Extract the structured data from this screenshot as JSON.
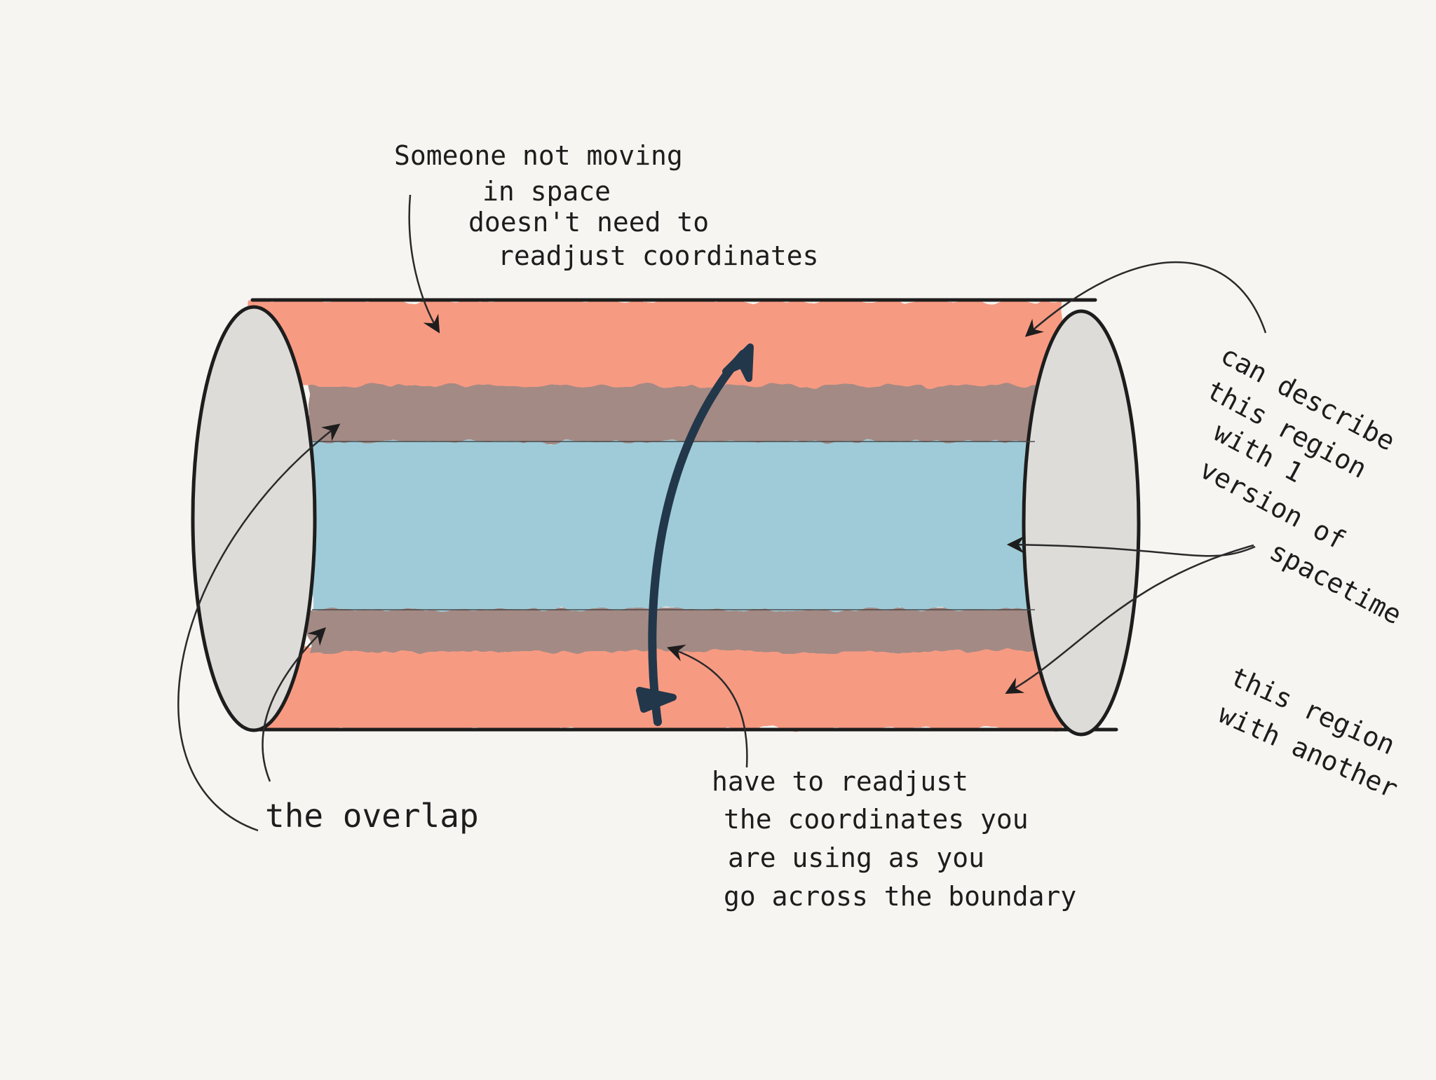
{
  "diagram": {
    "colors": {
      "background": "#f6f5f1",
      "outer_region": "#f79a82",
      "overlap_region": "#a48a84",
      "inner_region": "#9fcbd8",
      "end_caps": "#dddcd8",
      "ink": "#1d1d1d",
      "path_arrow": "#22374a"
    },
    "annotations": {
      "top_note": [
        "Someone not moving",
        "in space",
        "doesn't need to",
        "readjust coordinates"
      ],
      "right_note_1": [
        "can describe",
        "this region",
        "with 1",
        "version of",
        "spacetime"
      ],
      "right_note_2": [
        "this region",
        "with another"
      ],
      "overlap_label": "the overlap",
      "bottom_note": [
        "have to readjust",
        "the coordinates you",
        "are using as you",
        "go across the boundary"
      ]
    }
  }
}
